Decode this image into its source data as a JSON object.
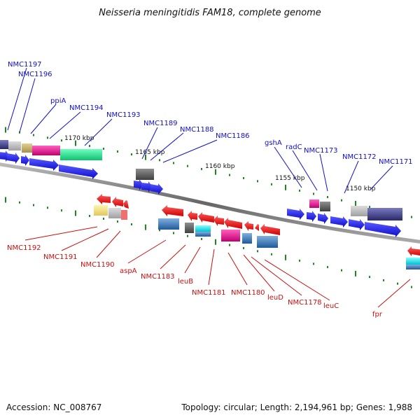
{
  "title": "Neisseria meningitidis FAM18, complete genome",
  "footer": {
    "accession": "Accession: NC_008767",
    "summary": "Topology: circular; Length: 2,194,961 bp; Genes: 1,988"
  },
  "scale_labels": [
    "1170 kbp",
    "1165 kbp",
    "1160 kbp",
    "1155 kbp",
    "1150 kbp"
  ],
  "top_gene_labels": [
    "NMC1197",
    "NMC1196",
    "ppiA",
    "NMC1194",
    "NMC1193",
    "NMC1189",
    "NMC1188",
    "NMC1186",
    "gshA",
    "radC",
    "NMC1173",
    "NMC1172",
    "NMC1171"
  ],
  "bottom_gene_labels": [
    "NMC1192",
    "NMC1191",
    "NMC1190",
    "aspA",
    "NMC1183",
    "leuB",
    "NMC1181",
    "NMC1180",
    "leuD",
    "NMC1178",
    "leuC",
    "fpr"
  ],
  "colors": {
    "top_label": "#1010c8",
    "bottom_label": "#c81010",
    "tick": "#1a8a1a",
    "backbone": "#777777",
    "blue_gene": "#1414e6",
    "red_gene": "#ee1010",
    "magenta": "#e0108a",
    "green": "#20e090",
    "steel": "#3a7ab8",
    "cyan": "#10e0e8",
    "navy": "#3a3a8a",
    "dark_gray": "#555555",
    "light_gray": "#b4b4b4",
    "khaki": "#bfae6a",
    "yellow": "#f0e07a"
  }
}
